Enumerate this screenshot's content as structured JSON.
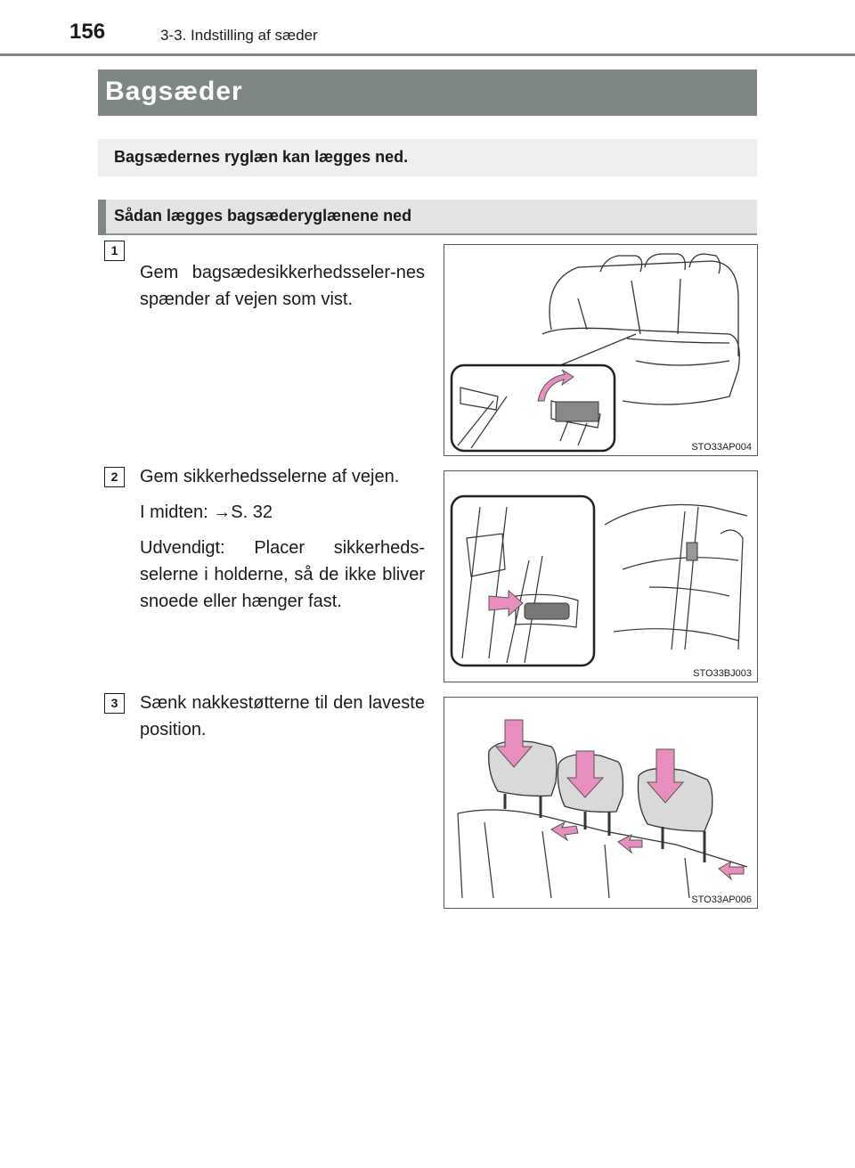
{
  "header": {
    "page_number": "156",
    "section": "3-3. Indstilling af sæder"
  },
  "title": "Bagsæder",
  "intro": "Bagsædernes ryglæn kan lægges ned.",
  "subheading": "Sådan lægges bagsæderyglænene ned",
  "steps": [
    {
      "number": "1",
      "text": "Gem bagsædesikkerhedsseler-nes spænder af vejen som vist.",
      "figure_code": "STO33AP004"
    },
    {
      "number": "2",
      "text": "Gem sikkerhedsselerne af vejen.",
      "middle": "I midten: →S. 32",
      "outer": "Udvendigt: Placer sikkerheds-selerne i holderne, så de ikke bliver snoede eller hænger fast.",
      "figure_code": "STO33BJ003"
    },
    {
      "number": "3",
      "text": "Sænk nakkestøtterne til den laveste position.",
      "figure_code": "STO33AP006"
    }
  ],
  "colors": {
    "title_bar": "#7d8783",
    "arrow": "#e98fc0"
  }
}
